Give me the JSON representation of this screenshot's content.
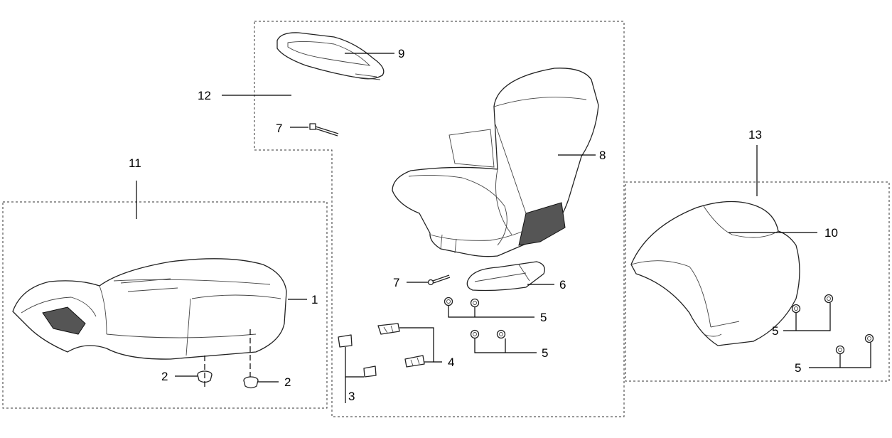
{
  "callouts": {
    "c1": "1",
    "c2a": "2",
    "c2b": "2",
    "c3": "3",
    "c4": "4",
    "c5a": "5",
    "c5b": "5",
    "c5c": "5",
    "c5d": "5",
    "c6": "6",
    "c7a": "7",
    "c7b": "7",
    "c8": "8",
    "c9": "9",
    "c10": "10",
    "c11": "11",
    "c12": "12",
    "c13": "13"
  },
  "colors": {
    "line": "#000000",
    "dashed_box": "#333333"
  }
}
